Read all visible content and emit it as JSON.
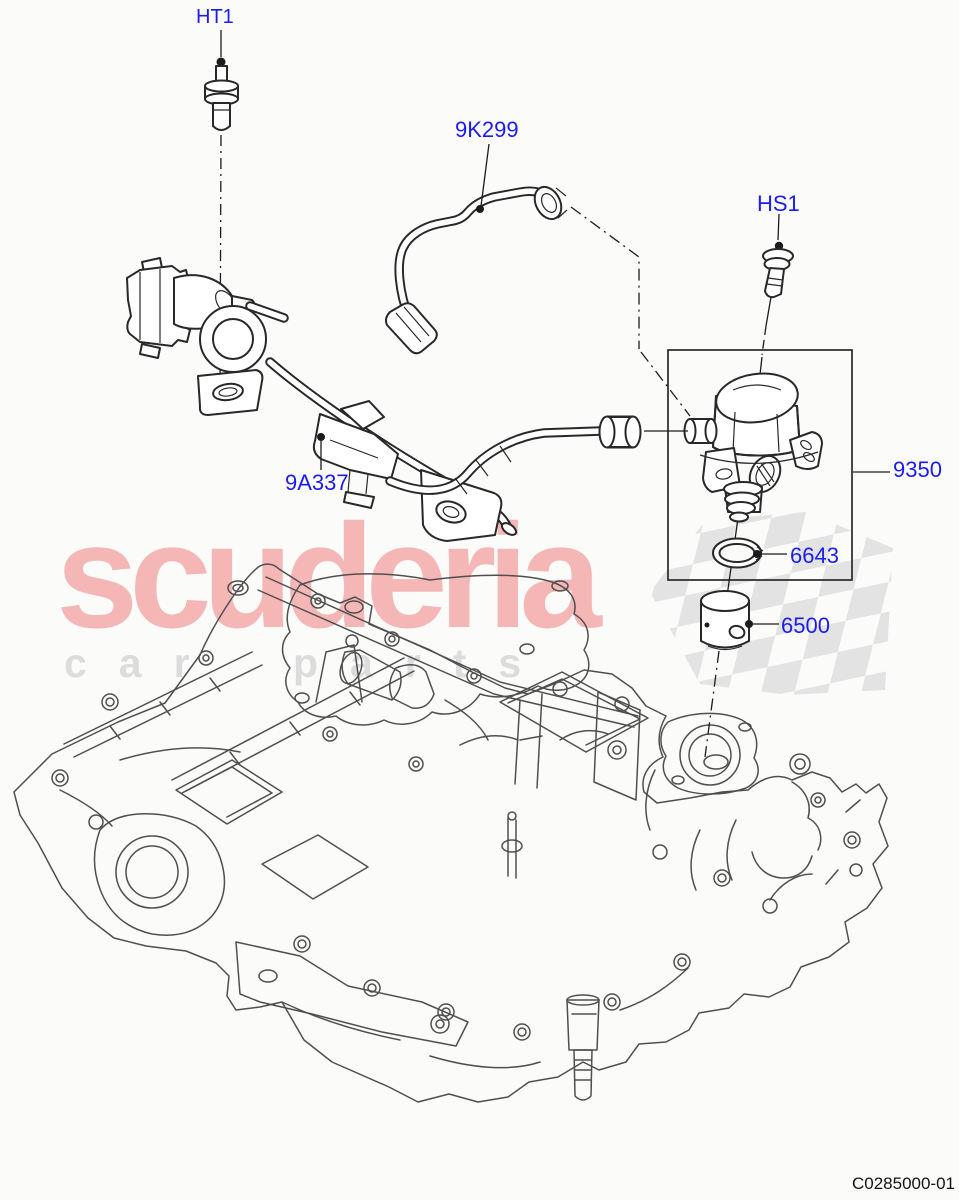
{
  "diagram": {
    "title_labels": {
      "ht1": "HT1",
      "fuel_pipe": "9K299",
      "hs1": "HS1",
      "fuel_rail": "9A337",
      "pump": "9350",
      "seal": "6643",
      "spacer": "6500"
    },
    "drawing_code": "C0285000-01",
    "colors": {
      "part_label_blue": "#1b1bf2",
      "line_dark": "#282828",
      "engine_line_gray": "#4f4f4f",
      "watermark_pink": "#f5b6b6",
      "watermark_gray": "#dcdcdc",
      "checker_gray": "#e3e3e3",
      "background": "#fbfbf9"
    }
  },
  "watermark": {
    "brand": "scuderia",
    "subtitle": "car parts"
  }
}
